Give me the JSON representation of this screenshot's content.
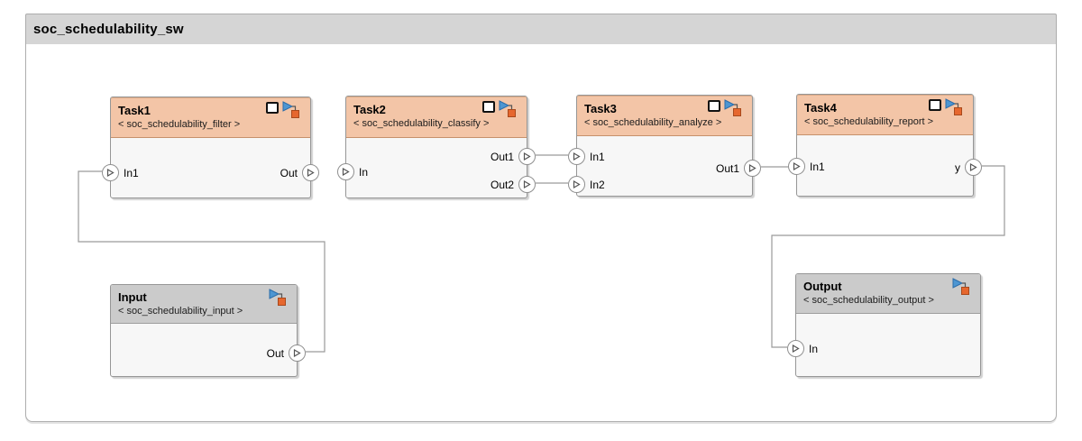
{
  "system": {
    "title": "soc_schedulability_sw"
  },
  "colors": {
    "task_header": "#F3C5A7",
    "task_header_border": "#C6916C",
    "io_header": "#CBCBCB",
    "block_body": "#F7F7F7",
    "block_border": "#969696",
    "wire": "#9A9A9A",
    "titlebar_bg": "#D5D5D5",
    "badge_blue": "#4D96D2",
    "badge_orange": "#E6672E"
  },
  "blocks": {
    "task1": {
      "title": "Task1",
      "subtitle": "< soc_schedulability_filter >",
      "ports": {
        "in1": "In1",
        "out": "Out"
      }
    },
    "task2": {
      "title": "Task2",
      "subtitle": "< soc_schedulability_classify >",
      "ports": {
        "in": "In",
        "out1": "Out1",
        "out2": "Out2"
      }
    },
    "task3": {
      "title": "Task3",
      "subtitle": "< soc_schedulability_analyze >",
      "ports": {
        "in1": "In1",
        "in2": "In2",
        "out1": "Out1"
      }
    },
    "task4": {
      "title": "Task4",
      "subtitle": "< soc_schedulability_report >",
      "ports": {
        "in1": "In1",
        "y": "y"
      }
    },
    "input": {
      "title": "Input",
      "subtitle": "< soc_schedulability_input >",
      "ports": {
        "out": "Out"
      }
    },
    "output": {
      "title": "Output",
      "subtitle": "< soc_schedulability_output >",
      "ports": {
        "in": "In"
      }
    }
  },
  "connections": [
    {
      "from": "Input.Out",
      "to": "Task1.In1"
    },
    {
      "from": "Task2.Out1",
      "to": "Task3.In1"
    },
    {
      "from": "Task2.Out2",
      "to": "Task3.In2"
    },
    {
      "from": "Task3.Out1",
      "to": "Task4.In1"
    },
    {
      "from": "Task4.y",
      "to": "Output.In"
    }
  ]
}
